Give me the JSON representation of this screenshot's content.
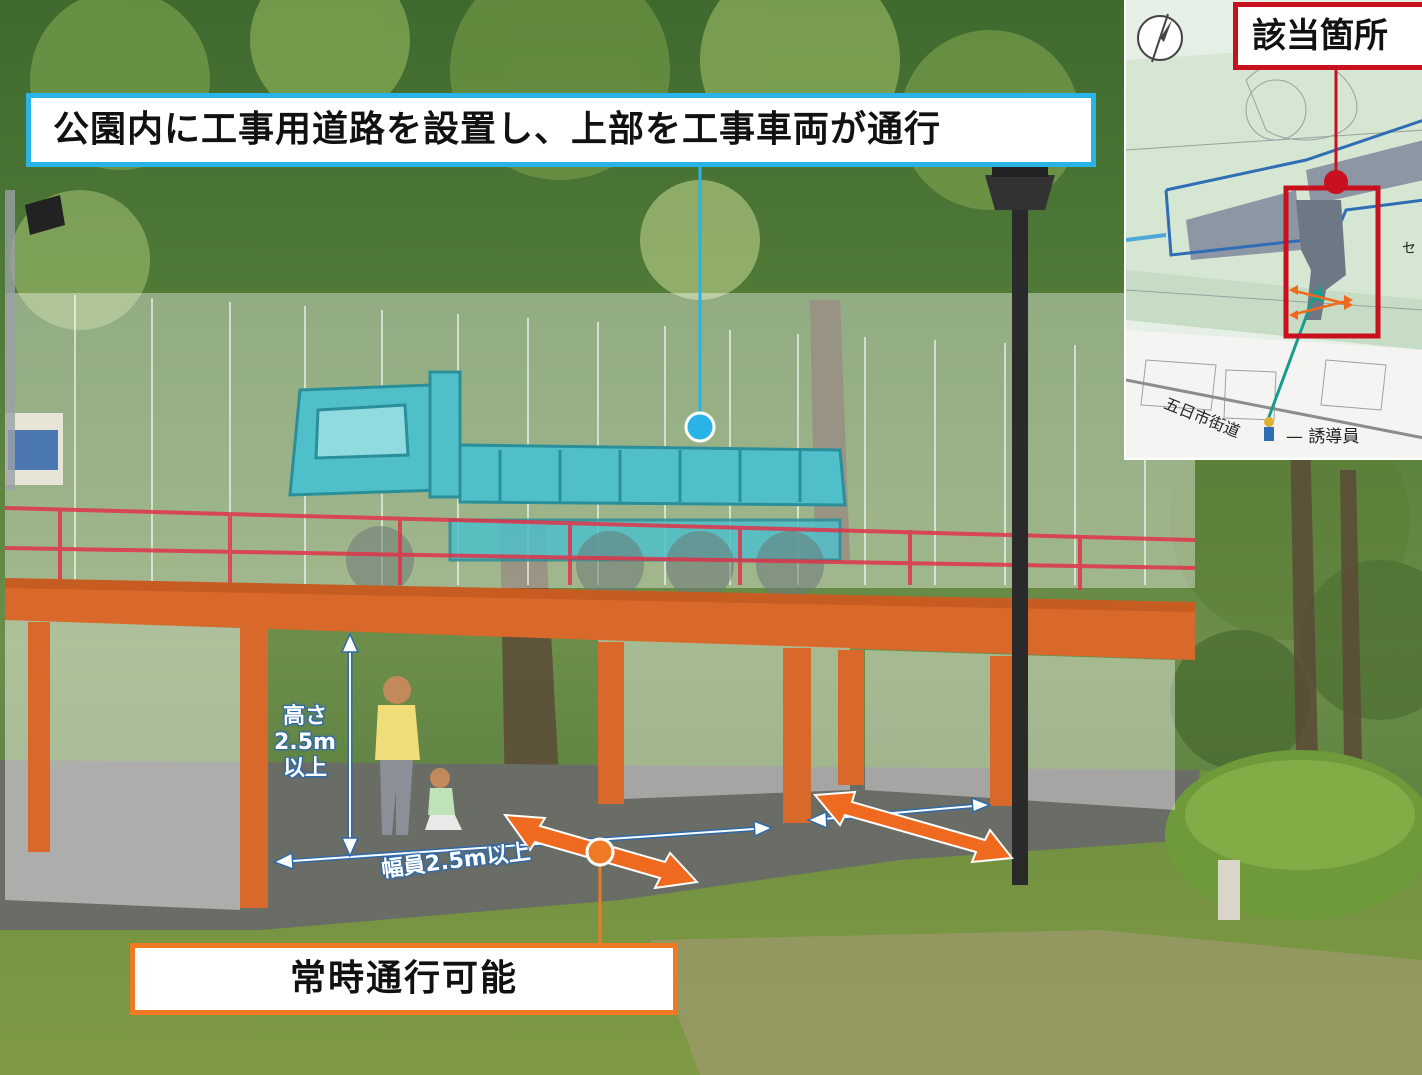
{
  "callouts": {
    "top": "公園内に工事用道路を設置し、上部を工事車両が通行",
    "bottom": "常時通行可能"
  },
  "dimensions": {
    "height_lines": [
      "高さ",
      "2.5m",
      "以上"
    ],
    "width": "幅員2.5m以上"
  },
  "inset_map": {
    "title": "該当箇所",
    "road_label": "五日市街道",
    "guide_label": "誘導員",
    "edge_char": "セ"
  },
  "colors": {
    "callout_top_border": "#2ab3e6",
    "callout_bottom_border": "#ef7a26",
    "truck": "#4fbfc9",
    "deck": "#d9692a",
    "railing": "#e0334a",
    "map_highlight": "#c8101e",
    "map_route": "#2f6db5"
  },
  "icons": {
    "compass": "north-arrow-compass-icon",
    "guide": "traffic-guide-person-icon"
  }
}
